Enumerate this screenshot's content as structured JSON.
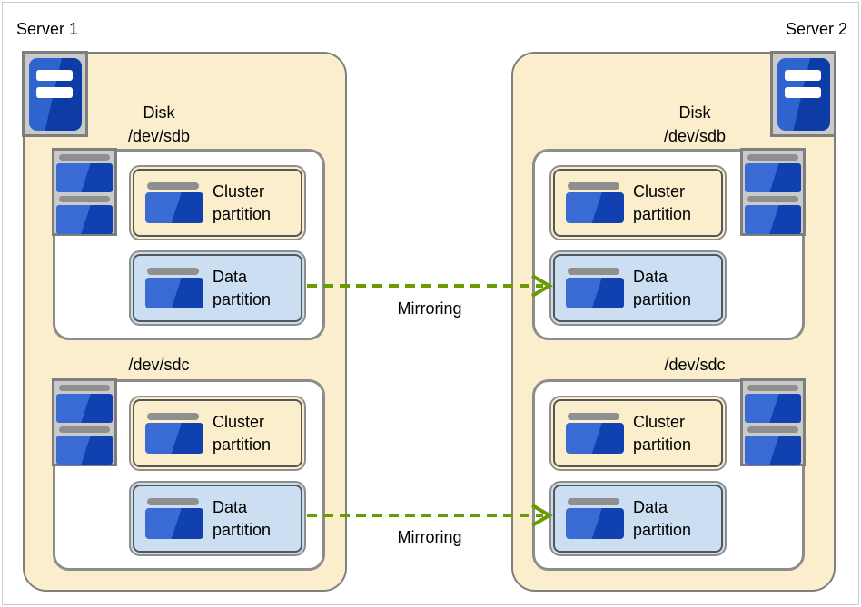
{
  "diagram": {
    "description": "Two-server disk mirroring diagram",
    "colors": {
      "page_border": "#c7ccd2",
      "server_container_fill": "#fbeecd",
      "server_container_border": "#7f7f7f",
      "disk_box_fill": "#ffffff",
      "disk_box_border": "#8c8c8c",
      "cluster_partition_fill": "#fbeecd",
      "data_partition_fill": "#cbdef2",
      "partition_border_outer": "#8e8e8e",
      "partition_border_inner": "#565656",
      "icon_blue_light": "#3a6ad3",
      "icon_blue_dark": "#1141b0",
      "icon_gray": "#8f8f8f",
      "icon_frame_fill": "#cacaca",
      "icon_frame_border": "#7e7e7e",
      "arrow_green": "#6b9a04"
    },
    "icons": {
      "server": "server-tower-icon",
      "disk_stack": "disk-stack-icon",
      "partition": "disk-partition-icon",
      "arrow": "dashed-right-arrow"
    }
  },
  "servers": [
    {
      "label": "Server 1",
      "disks": [
        {
          "name_lines": [
            "Disk",
            "/dev/sdb"
          ],
          "partitions": [
            {
              "label": "Cluster partition",
              "type": "cluster"
            },
            {
              "label": "Data partition",
              "type": "data"
            }
          ]
        },
        {
          "name_lines": [
            "/dev/sdc"
          ],
          "partitions": [
            {
              "label": "Cluster partition",
              "type": "cluster"
            },
            {
              "label": "Data partition",
              "type": "data"
            }
          ]
        }
      ]
    },
    {
      "label": "Server 2",
      "disks": [
        {
          "name_lines": [
            "Disk",
            "/dev/sdb"
          ],
          "partitions": [
            {
              "label": "Cluster partition",
              "type": "cluster"
            },
            {
              "label": "Data partition",
              "type": "data"
            }
          ]
        },
        {
          "name_lines": [
            "/dev/sdc"
          ],
          "partitions": [
            {
              "label": "Cluster partition",
              "type": "cluster"
            },
            {
              "label": "Data partition",
              "type": "data"
            }
          ]
        }
      ]
    }
  ],
  "arrows": [
    {
      "label": "Mirroring",
      "from": "server1 sdb data partition",
      "to": "server2 sdb data partition"
    },
    {
      "label": "Mirroring",
      "from": "server1 sdc data partition",
      "to": "server2 sdc data partition"
    }
  ]
}
